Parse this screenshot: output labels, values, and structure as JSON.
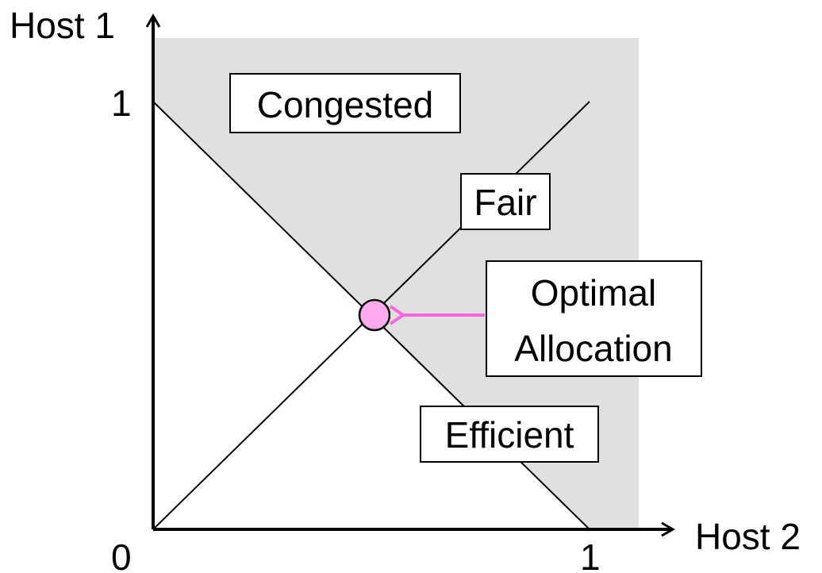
{
  "axes": {
    "y_label": "Host 1",
    "x_label": "Host 2",
    "origin_label": "0",
    "y_tick_label": "1",
    "x_tick_label": "1"
  },
  "regions": {
    "congested_label": "Congested"
  },
  "lines": {
    "fair_label": "Fair",
    "efficient_label": "Efficient"
  },
  "callout": {
    "line1": "Optimal",
    "line2": "Allocation"
  },
  "colors": {
    "congested_fill": "#e0e0e0",
    "optimal_point": "#ffaaee",
    "arrow": "#ff66dd"
  }
}
